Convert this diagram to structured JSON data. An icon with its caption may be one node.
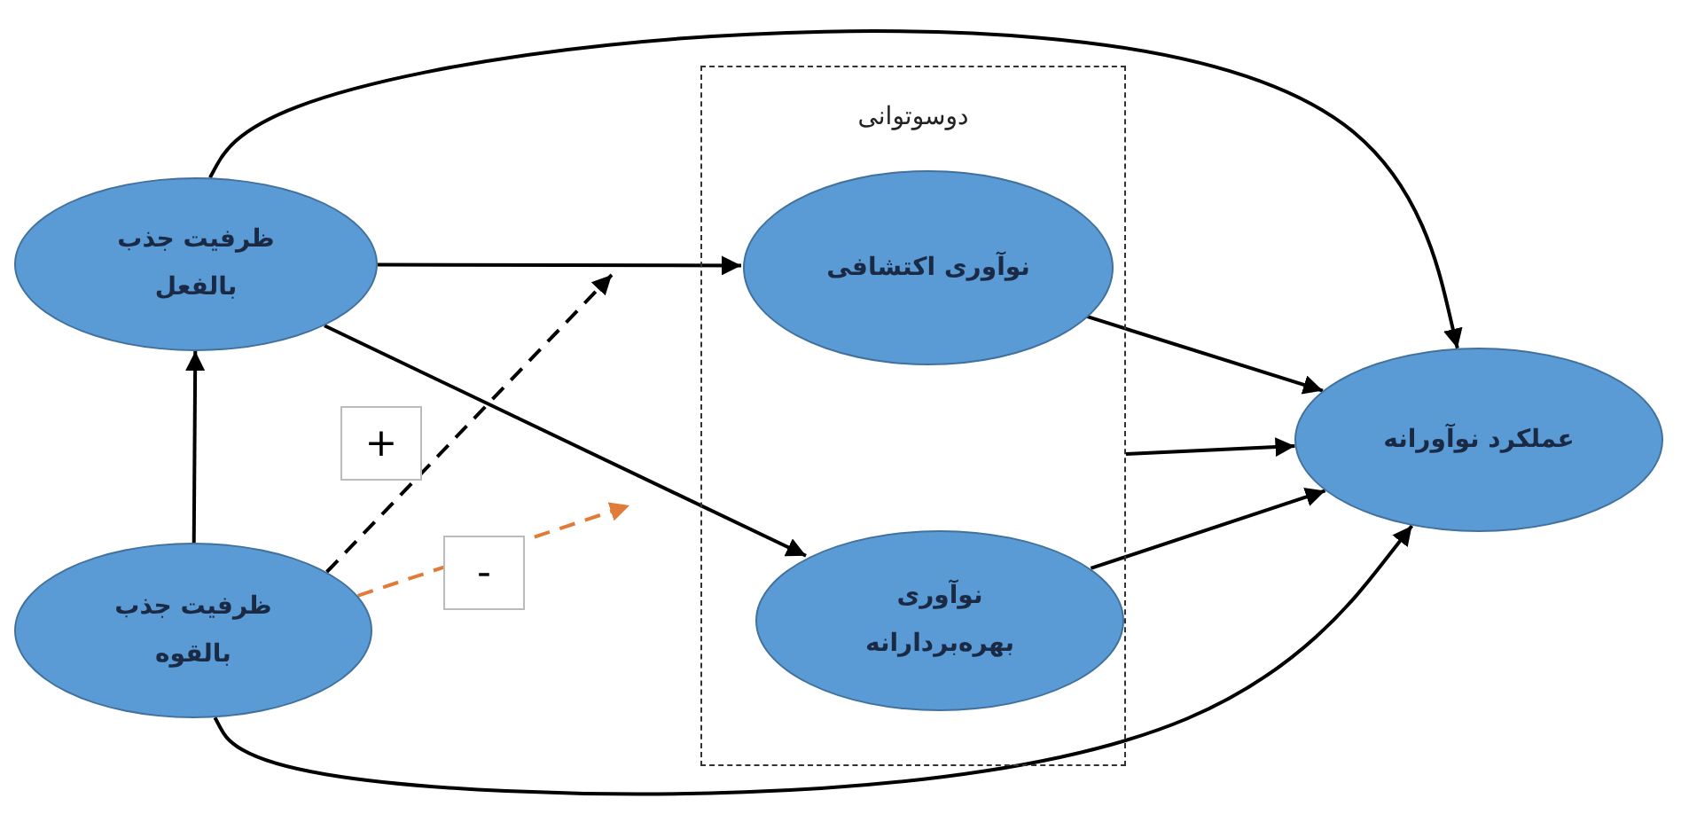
{
  "diagram": {
    "nodes": [
      {
        "text": [
          "ظرفیت جذب بالفعل"
        ]
      },
      {
        "text": [
          "ظرفیت جذب بالقوه"
        ]
      },
      {
        "text": [
          "دوسوتوانی"
        ]
      },
      {
        "text": [
          "نوآوری اکتشافی"
        ],
        "in": 2
      },
      {
        "text": [
          "نوآوری بهره‌بردارانه"
        ],
        "in": 2
      },
      {
        "text": [
          "عملکرد نوآورانه"
        ]
      }
    ],
    "edges": [
      {
        "from": 0,
        "to": 3,
        "arrow": "to"
      },
      {
        "from": 0,
        "to": 4,
        "arrow": "to"
      },
      {
        "from": 1,
        "to": 0,
        "arrow": "to"
      },
      {
        "from": 1,
        "to": null,
        "arrow": "to",
        "label": "+",
        "style": "dashed"
      },
      {
        "from": 1,
        "to": null,
        "arrow": "to",
        "label": "-",
        "style": "dashed",
        "color": "#e07b39"
      },
      {
        "from": 3,
        "to": 5,
        "arrow": "to"
      },
      {
        "from": 4,
        "to": 5,
        "arrow": "to"
      },
      {
        "from": 2,
        "to": 5,
        "arrow": "to"
      },
      {
        "from": 0,
        "to": 5,
        "arrow": "to"
      },
      {
        "from": 1,
        "to": 5,
        "arrow": "to"
      }
    ]
  }
}
